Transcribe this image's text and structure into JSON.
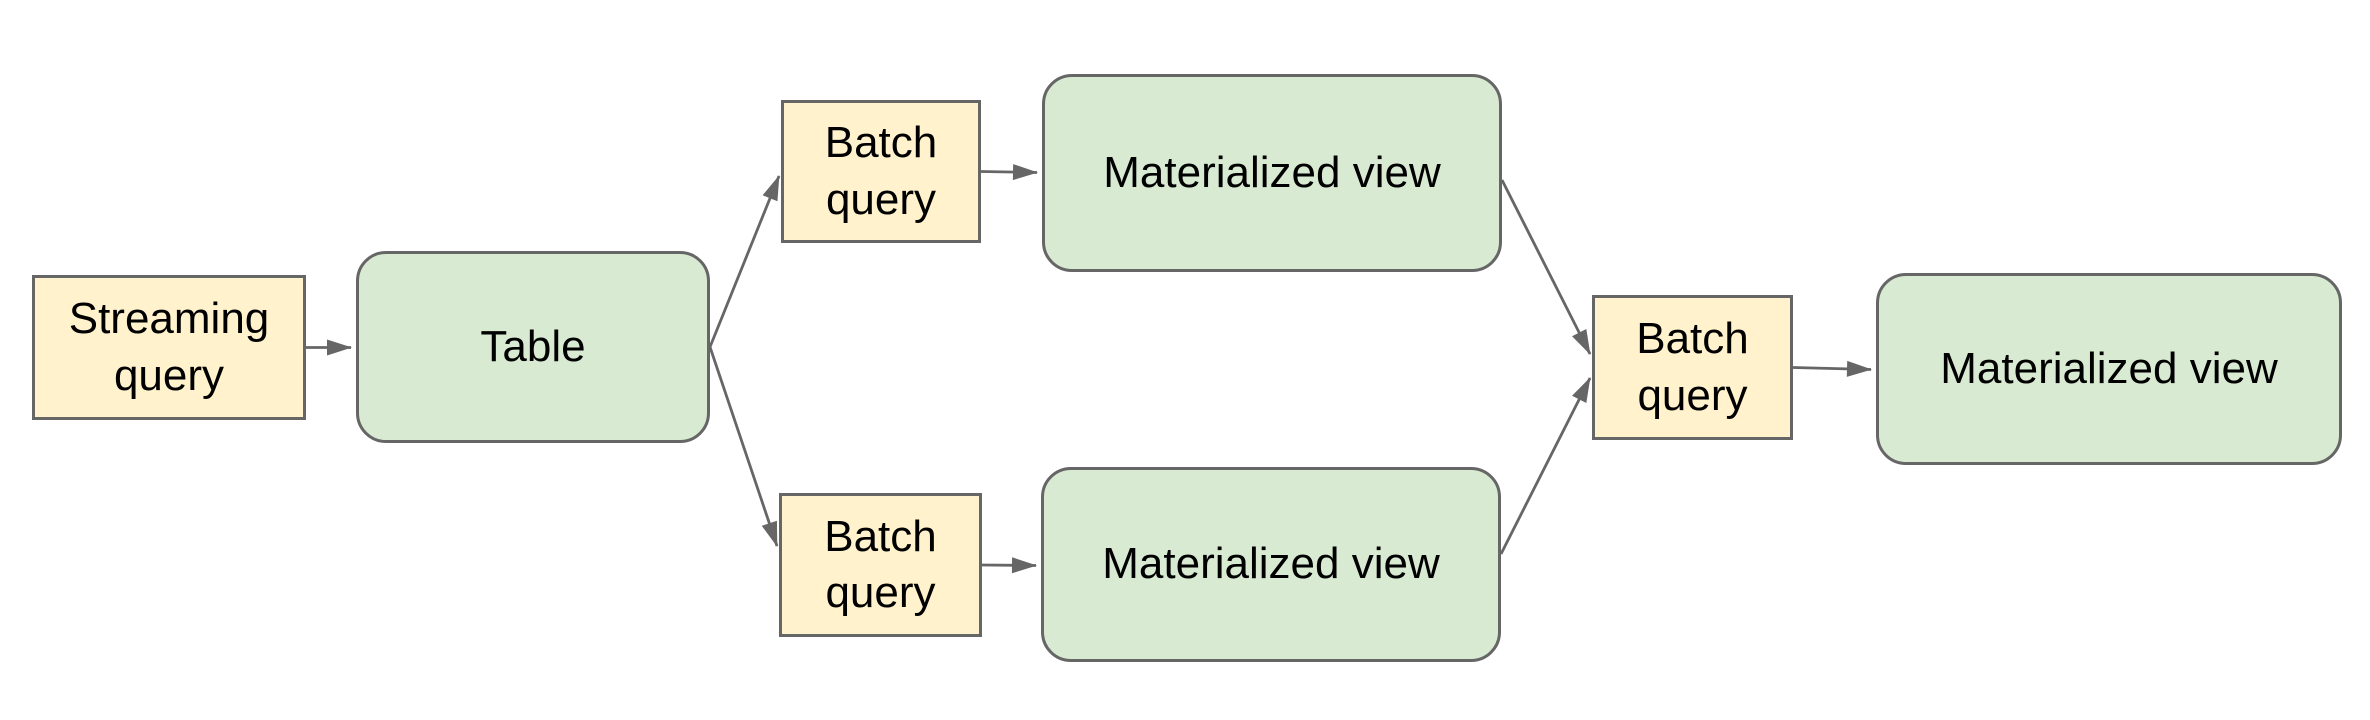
{
  "diagram": {
    "background_color": "#ffffff",
    "colors": {
      "query_fill": "#fff2cc",
      "table_fill": "#d9ead3",
      "border_color": "#666666",
      "arrow_color": "#666666",
      "text_color": "#000000"
    },
    "nodes": [
      {
        "id": "streaming-query",
        "label": "Streaming query",
        "kind": "query",
        "shape": "rectangle"
      },
      {
        "id": "table",
        "label": "Table",
        "kind": "table",
        "shape": "rounded"
      },
      {
        "id": "batch-query-top",
        "label": "Batch query",
        "kind": "query",
        "shape": "rectangle"
      },
      {
        "id": "materialized-view-top",
        "label": "Materialized view",
        "kind": "view",
        "shape": "rounded"
      },
      {
        "id": "batch-query-bottom",
        "label": "Batch query",
        "kind": "query",
        "shape": "rectangle"
      },
      {
        "id": "materialized-view-bottom",
        "label": "Materialized view",
        "kind": "view",
        "shape": "rounded"
      },
      {
        "id": "batch-query-right",
        "label": "Batch query",
        "kind": "query",
        "shape": "rectangle"
      },
      {
        "id": "materialized-view-right",
        "label": "Materialized view",
        "kind": "view",
        "shape": "rounded"
      }
    ],
    "edges": [
      {
        "from": "streaming-query",
        "to": "table"
      },
      {
        "from": "table",
        "to": "batch-query-top"
      },
      {
        "from": "batch-query-top",
        "to": "materialized-view-top"
      },
      {
        "from": "materialized-view-top",
        "to": "batch-query-right"
      },
      {
        "from": "table",
        "to": "batch-query-bottom"
      },
      {
        "from": "batch-query-bottom",
        "to": "materialized-view-bottom"
      },
      {
        "from": "materialized-view-bottom",
        "to": "batch-query-right"
      },
      {
        "from": "batch-query-right",
        "to": "materialized-view-right"
      }
    ]
  }
}
